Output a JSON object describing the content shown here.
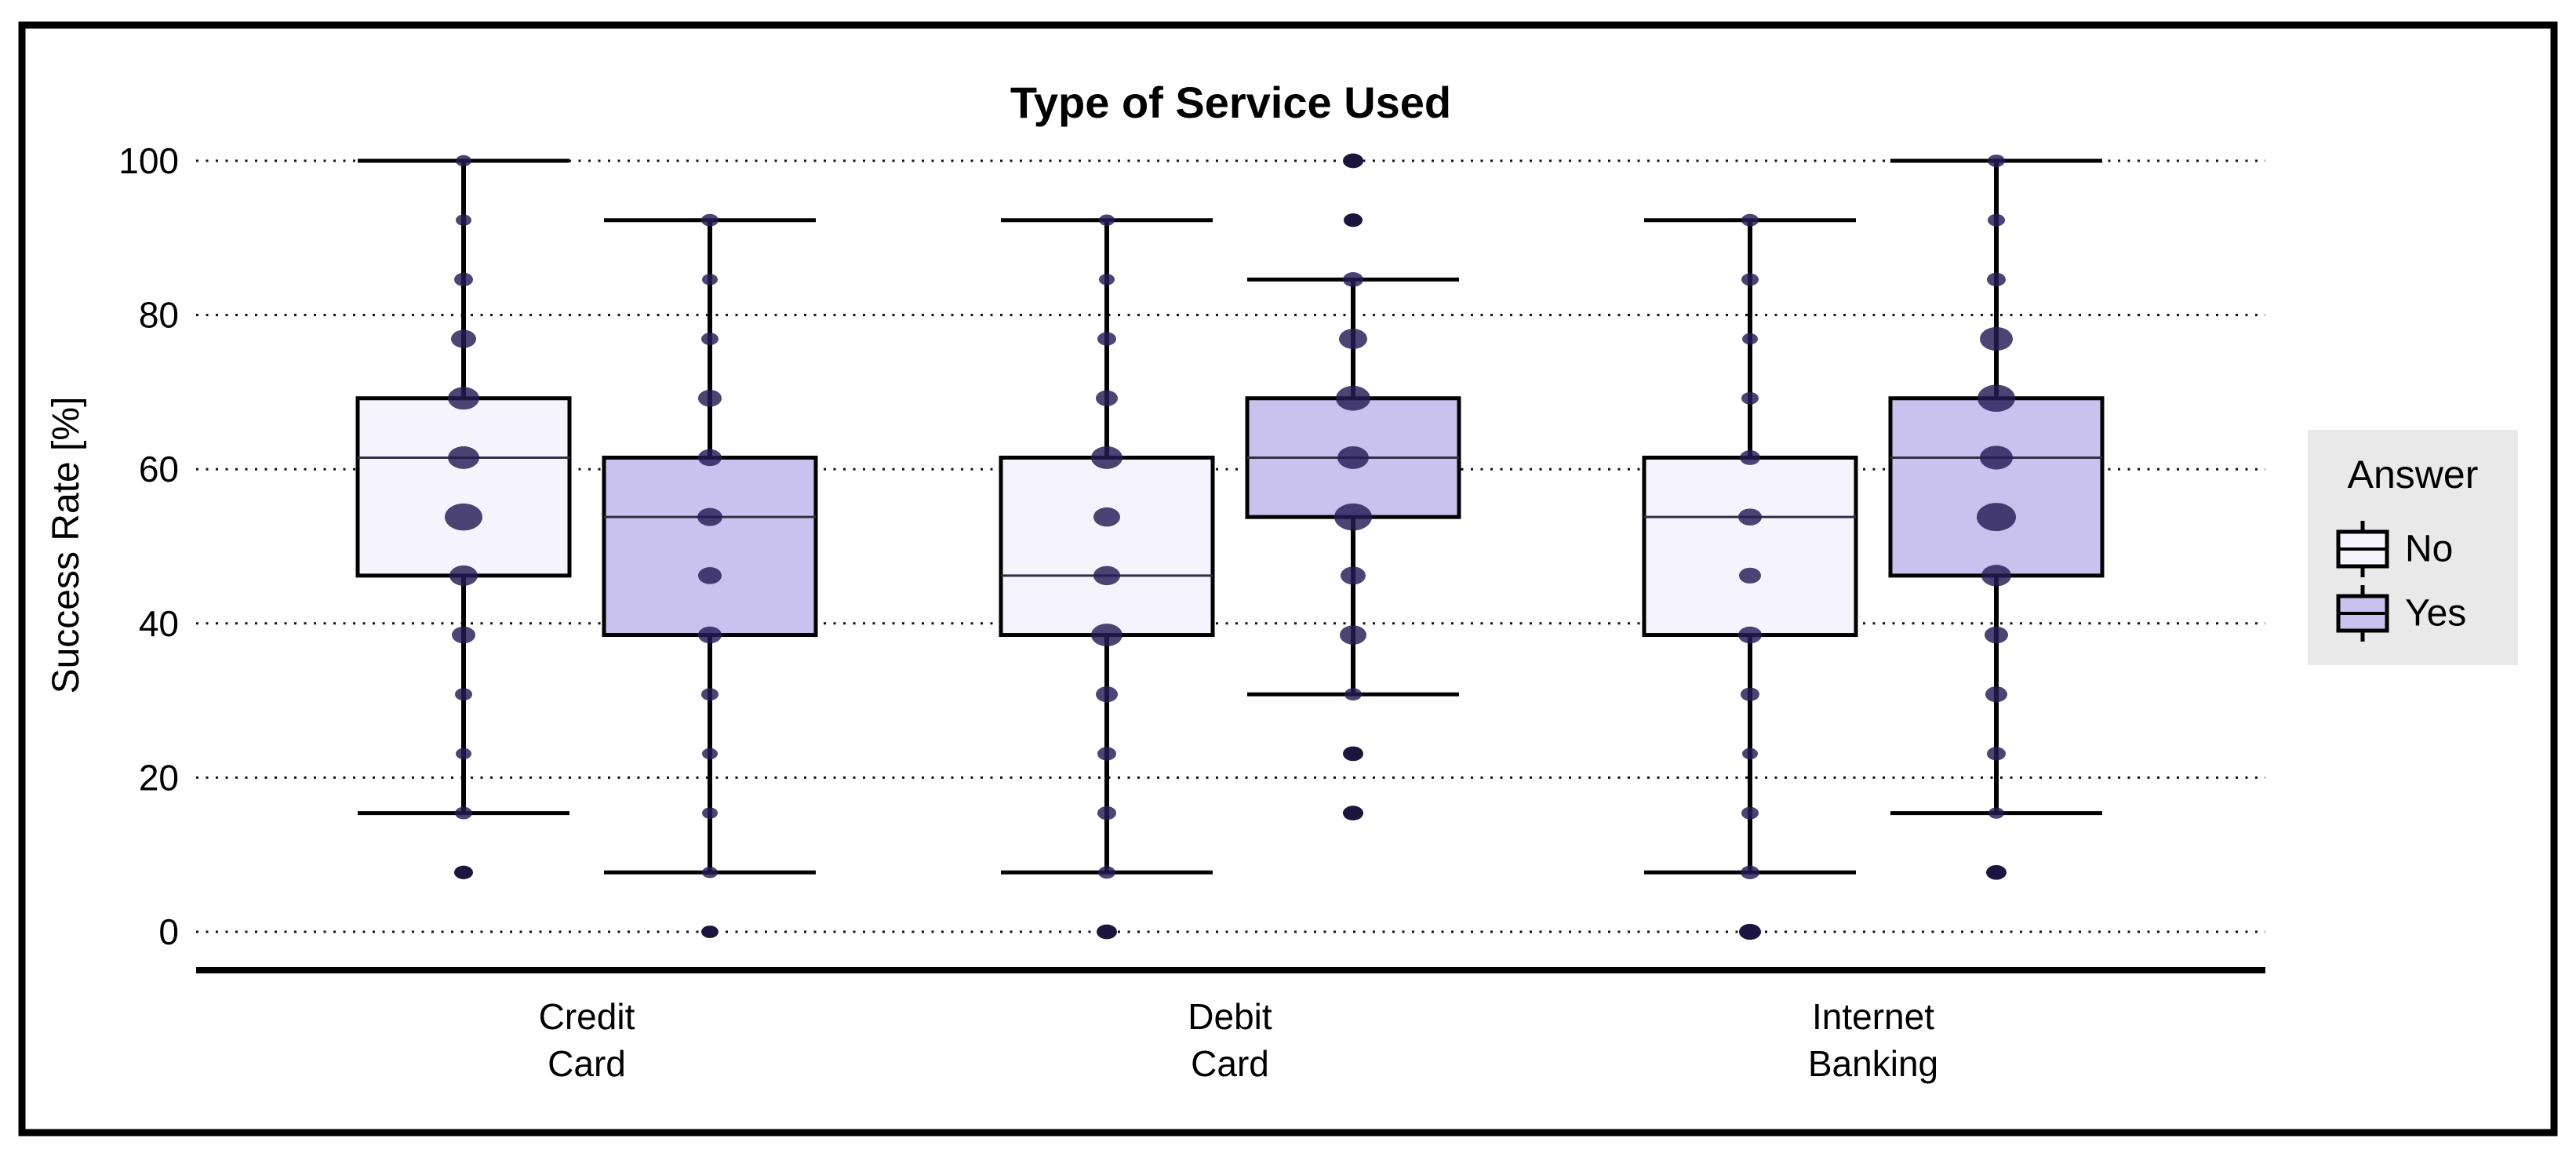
{
  "chart_data": {
    "type": "grouped_boxplot_with_dotstrip",
    "title": "Type of Service Used",
    "ylabel": "Success Rate [%]",
    "yticks": [
      0,
      20,
      40,
      60,
      80,
      100
    ],
    "ylim": [
      0,
      100
    ],
    "grid": "dotted horizontal lines at each y tick",
    "categories": [
      [
        "Credit",
        "Card"
      ],
      [
        "Debit",
        "Card"
      ],
      [
        "Internet",
        "Banking"
      ]
    ],
    "legend": {
      "title": "Answer",
      "position": "right",
      "items": [
        {
          "label": "No"
        },
        {
          "label": "Yes"
        }
      ]
    },
    "colors": {
      "no_fill": "#f5f4fc",
      "yes_fill": "#c9c2ee",
      "dot": "#241c54",
      "dot_outlier": "#1c163f",
      "box_stroke": "#000000",
      "median": "#2f2f45",
      "grid": "#111111",
      "axis": "#000000",
      "legend_bg": "#e9e9e9"
    },
    "series": [
      {
        "category": "Credit Card",
        "answer": "No",
        "box": {
          "lo": 15.4,
          "q1": 46.2,
          "median": 61.5,
          "q3": 69.2,
          "hi": 100
        },
        "points": [
          {
            "v": 100,
            "r": 10
          },
          {
            "v": 92.3,
            "r": 10
          },
          {
            "v": 84.6,
            "r": 12
          },
          {
            "v": 76.9,
            "r": 16
          },
          {
            "v": 69.2,
            "r": 20
          },
          {
            "v": 61.5,
            "r": 20
          },
          {
            "v": 53.8,
            "r": 24
          },
          {
            "v": 46.2,
            "r": 18
          },
          {
            "v": 38.5,
            "r": 15
          },
          {
            "v": 30.8,
            "r": 11
          },
          {
            "v": 23.1,
            "r": 10
          },
          {
            "v": 15.4,
            "r": 11
          },
          {
            "v": 7.7,
            "r": 12,
            "outlier": true
          }
        ]
      },
      {
        "category": "Credit Card",
        "answer": "Yes",
        "box": {
          "lo": 7.7,
          "q1": 38.5,
          "median": 53.8,
          "q3": 61.5,
          "hi": 92.3
        },
        "points": [
          {
            "v": 92.3,
            "r": 11
          },
          {
            "v": 84.6,
            "r": 10
          },
          {
            "v": 76.9,
            "r": 11
          },
          {
            "v": 69.2,
            "r": 15
          },
          {
            "v": 61.5,
            "r": 15
          },
          {
            "v": 53.8,
            "r": 16
          },
          {
            "v": 46.2,
            "r": 15
          },
          {
            "v": 38.5,
            "r": 15
          },
          {
            "v": 30.8,
            "r": 11
          },
          {
            "v": 23.1,
            "r": 10
          },
          {
            "v": 15.4,
            "r": 10
          },
          {
            "v": 7.7,
            "r": 10
          },
          {
            "v": 0,
            "r": 11,
            "outlier": true
          }
        ]
      },
      {
        "category": "Debit Card",
        "answer": "No",
        "box": {
          "lo": 7.7,
          "q1": 38.5,
          "median": 46.2,
          "q3": 61.5,
          "hi": 92.3
        },
        "points": [
          {
            "v": 92.3,
            "r": 10
          },
          {
            "v": 84.6,
            "r": 10
          },
          {
            "v": 76.9,
            "r": 12
          },
          {
            "v": 69.2,
            "r": 14
          },
          {
            "v": 61.5,
            "r": 20
          },
          {
            "v": 53.8,
            "r": 17
          },
          {
            "v": 46.2,
            "r": 17
          },
          {
            "v": 38.5,
            "r": 20
          },
          {
            "v": 30.8,
            "r": 14
          },
          {
            "v": 23.1,
            "r": 12
          },
          {
            "v": 15.4,
            "r": 12
          },
          {
            "v": 7.7,
            "r": 11
          },
          {
            "v": 0,
            "r": 13,
            "outlier": true
          }
        ]
      },
      {
        "category": "Debit Card",
        "answer": "Yes",
        "box": {
          "lo": 30.8,
          "q1": 53.8,
          "median": 61.5,
          "q3": 69.2,
          "hi": 84.6
        },
        "points": [
          {
            "v": 100,
            "r": 13,
            "outlier": true
          },
          {
            "v": 92.3,
            "r": 12,
            "outlier": true
          },
          {
            "v": 84.6,
            "r": 13
          },
          {
            "v": 76.9,
            "r": 18
          },
          {
            "v": 69.2,
            "r": 22
          },
          {
            "v": 61.5,
            "r": 20
          },
          {
            "v": 53.8,
            "r": 24
          },
          {
            "v": 46.2,
            "r": 16
          },
          {
            "v": 38.5,
            "r": 17
          },
          {
            "v": 30.8,
            "r": 11
          },
          {
            "v": 23.1,
            "r": 13,
            "outlier": true
          },
          {
            "v": 15.4,
            "r": 13,
            "outlier": true
          }
        ]
      },
      {
        "category": "Internet Banking",
        "answer": "No",
        "box": {
          "lo": 7.7,
          "q1": 38.5,
          "median": 53.8,
          "q3": 61.5,
          "hi": 92.3
        },
        "points": [
          {
            "v": 92.3,
            "r": 11
          },
          {
            "v": 84.6,
            "r": 11
          },
          {
            "v": 76.9,
            "r": 10
          },
          {
            "v": 69.2,
            "r": 11
          },
          {
            "v": 61.5,
            "r": 13
          },
          {
            "v": 53.8,
            "r": 15
          },
          {
            "v": 46.2,
            "r": 14
          },
          {
            "v": 38.5,
            "r": 15
          },
          {
            "v": 30.8,
            "r": 12
          },
          {
            "v": 23.1,
            "r": 10
          },
          {
            "v": 15.4,
            "r": 11
          },
          {
            "v": 7.7,
            "r": 12
          },
          {
            "v": 0,
            "r": 14,
            "outlier": true
          }
        ]
      },
      {
        "category": "Internet Banking",
        "answer": "Yes",
        "box": {
          "lo": 15.4,
          "q1": 46.2,
          "median": 61.5,
          "q3": 69.2,
          "hi": 100
        },
        "points": [
          {
            "v": 100,
            "r": 11
          },
          {
            "v": 92.3,
            "r": 11
          },
          {
            "v": 84.6,
            "r": 12
          },
          {
            "v": 76.9,
            "r": 21
          },
          {
            "v": 69.2,
            "r": 24
          },
          {
            "v": 61.5,
            "r": 21
          },
          {
            "v": 53.8,
            "r": 25
          },
          {
            "v": 46.2,
            "r": 19
          },
          {
            "v": 38.5,
            "r": 15
          },
          {
            "v": 30.8,
            "r": 14
          },
          {
            "v": 23.1,
            "r": 12
          },
          {
            "v": 15.4,
            "r": 10
          },
          {
            "v": 7.7,
            "r": 13,
            "outlier": true
          }
        ]
      }
    ]
  }
}
